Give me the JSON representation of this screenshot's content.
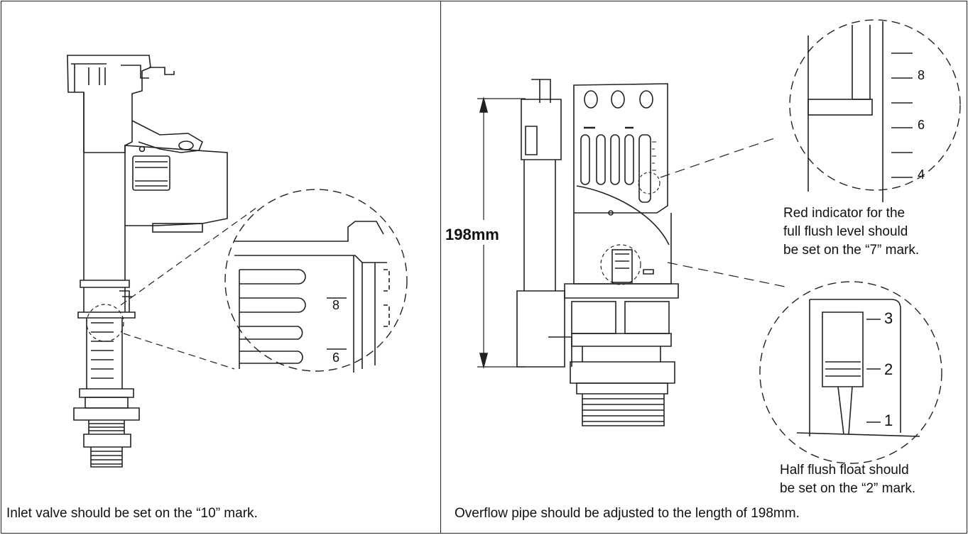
{
  "left": {
    "caption": "Inlet valve should be set on the “10” mark.",
    "zoom_marks": [
      "8",
      "6"
    ]
  },
  "right": {
    "caption": "Overflow pipe should be adjusted to the length of 198mm.",
    "dimension": "198mm",
    "full_flush": {
      "lines": [
        "Red indicator for the",
        "full flush level should",
        "be set on the “7” mark."
      ],
      "marks": [
        "8",
        "6",
        "4"
      ]
    },
    "half_flush": {
      "lines": [
        "Half flush float should",
        "be set on the “2” mark."
      ],
      "marks": [
        "3",
        "2",
        "1"
      ]
    }
  }
}
